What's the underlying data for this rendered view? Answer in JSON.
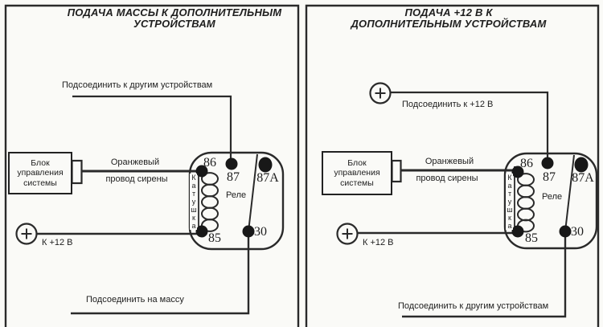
{
  "colors": {
    "ink": "#222222",
    "paper": "#fafaf7"
  },
  "panels": [
    {
      "title_line1": "ПОДАЧА МАССЫ К ДОПОЛНИТЕЛЬНЫМ",
      "title_line2": "УСТРОЙСТВАМ",
      "top_label": "Подсоединить к другим устройствам",
      "control_box": {
        "line1": "Блок",
        "line2": "управления",
        "line3": "системы"
      },
      "wire_label_top": "Оранжевый",
      "wire_label_bottom": "провод сирены",
      "coil_label": "Катушка",
      "relay_label": "Реле",
      "terminals": {
        "t86": "86",
        "t87": "87",
        "t87a": "87А",
        "t85": "85",
        "t30": "30"
      },
      "plus12_label": "К +12 В",
      "bottom_label": "Подсоединить на массу"
    },
    {
      "title_line1": "ПОДАЧА +12 В К",
      "title_line2": "ДОПОЛНИТЕЛЬНЫМ УСТРОЙСТВАМ",
      "top_label": "Подсоединить к +12 В",
      "control_box": {
        "line1": "Блок",
        "line2": "управления",
        "line3": "системы"
      },
      "wire_label_top": "Оранжевый",
      "wire_label_bottom": "провод сирены",
      "coil_label": "Катушка",
      "relay_label": "Реле",
      "terminals": {
        "t86": "86",
        "t87": "87",
        "t87a": "87А",
        "t85": "85",
        "t30": "30"
      },
      "plus12_label": "К +12 В",
      "bottom_label": "Подсоединить к другим устройствам"
    }
  ]
}
